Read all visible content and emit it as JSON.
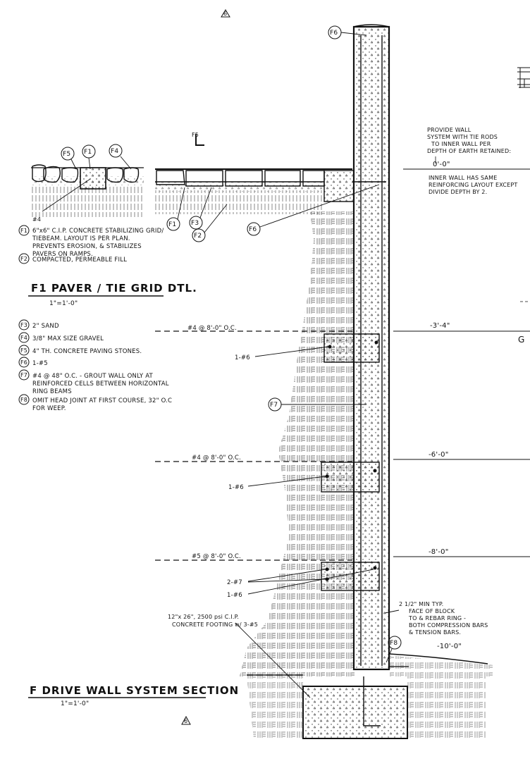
{
  "sheet_mark_top": "6",
  "sheet_mark_bottom": "6",
  "tags": {
    "f1": "F1",
    "f2": "F2",
    "f3": "F3",
    "f4": "F4",
    "f5": "F5",
    "f6": "F6",
    "f6_top": "F6",
    "f7": "F7",
    "f8": "F8",
    "f5_section": "F5"
  },
  "paver_label_4": "#4",
  "section_cut": "F",
  "notes_top": {
    "f1": [
      "6\"x6\" C.I.P. CONCRETE STABILIZING GRID/",
      "TIEBEAM. LAYOUT IS PER PLAN.",
      "PREVENTS EROSION, & STABILIZES",
      "PAVERS ON RAMPS."
    ],
    "f2": [
      "COMPACTED, PERMEABLE FILL"
    ]
  },
  "detail1": {
    "title": "F1   PAVER / TIE GRID DTL.",
    "scale": "1\"=1'-0\""
  },
  "notes_bottom": {
    "f3": [
      "2\" SAND"
    ],
    "f4": [
      "3/8\" MAX SIZE GRAVEL"
    ],
    "f5": [
      "4\" TH. CONCRETE PAVING STONES."
    ],
    "f6": [
      "1-#5"
    ],
    "f7": [
      "#4 @ 48\" O.C. - GROUT WALL ONLY AT",
      "REINFORCED CELLS BETWEEN HORIZONTAL",
      "RING BEAMS"
    ],
    "f8": [
      "OMIT HEAD JOINT AT FIRST COURSE, 32\" O.C",
      "FOR WEEP."
    ]
  },
  "right_note": [
    "PROVIDE WALL",
    "SYSTEM WITH TIE RODS",
    "TO INNER WALL PER",
    "DEPTH OF EARTH RETAINED:"
  ],
  "elev_zero": "0'-0\"",
  "inner_wall_note": [
    "INNER WALL HAS SAME",
    "REINFORCING LAYOUT EXCEPT",
    "DIVIDE DEPTH BY 2."
  ],
  "elevations": {
    "e1": "-3'-4\"",
    "e2": "-6'-0\"",
    "e3": "-8'-0\"",
    "e4": "-10'-0\""
  },
  "bars": {
    "b1": "#4 @ 8'-0\" O.C.",
    "b1_count": "1-#6",
    "b2": "#4 @ 8'-0\" O.C.",
    "b2_count": "1-#6",
    "b3": "#5 @ 8'-0\" O.C.",
    "b3_count_a": "2-#7",
    "b3_count_b": "1-#6"
  },
  "footing_note": [
    "12\"x 26\", 2500 psi C.I.P.",
    "CONCRETE FOOTING w/ 3-#5"
  ],
  "cover_note": [
    "2 1/2\" MIN TYP.",
    "FACE OF BLOCK",
    "TO & REBAR RING -",
    "BOTH COMPRESSION BARS",
    "& TENSION BARS."
  ],
  "section": {
    "title": "F   DRIVE WALL SYSTEM SECTION",
    "scale": "1\"=1'-0\""
  },
  "edge_letter": "G"
}
